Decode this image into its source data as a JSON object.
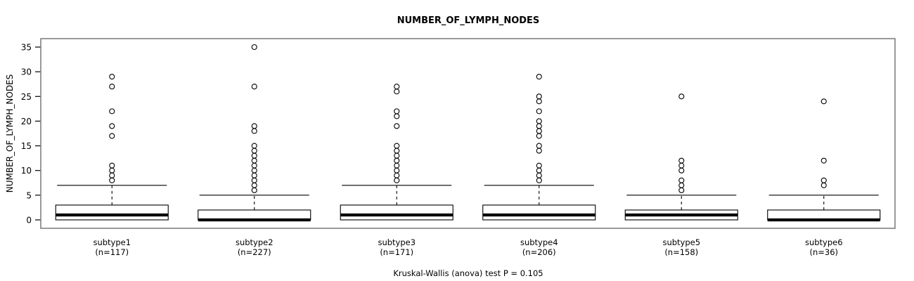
{
  "chart_data": {
    "type": "box",
    "title": "NUMBER_OF_LYMPH_NODES",
    "xlabel": "",
    "ylabel": "NUMBER_OF_LYMPH_NODES",
    "ylim": [
      -1.2,
      36.5
    ],
    "yticks": [
      0,
      5,
      10,
      15,
      20,
      25,
      30,
      35
    ],
    "ytick_labels": [
      "0",
      "5",
      "10",
      "15",
      "20",
      "25",
      "30",
      "35"
    ],
    "grid": false,
    "legend": null,
    "footnote": "Kruskal-Wallis (anova) test P = 0.105",
    "categories": [
      "subtype1",
      "subtype2",
      "subtype3",
      "subtype4",
      "subtype5",
      "subtype6"
    ],
    "counts": [
      117,
      227,
      171,
      206,
      158,
      36
    ],
    "category_labels": [
      {
        "name": "subtype1",
        "n": "(n=117)"
      },
      {
        "name": "subtype2",
        "n": "(n=227)"
      },
      {
        "name": "subtype3",
        "n": "(n=171)"
      },
      {
        "name": "subtype4",
        "n": "(n=206)"
      },
      {
        "name": "subtype5",
        "n": "(n=158)"
      },
      {
        "name": "subtype6",
        "n": "(n=36)"
      }
    ],
    "boxes": [
      {
        "category": "subtype1",
        "lower_whisker": 0,
        "q1": 0,
        "median": 1,
        "q3": 3,
        "upper_whisker": 7,
        "outliers": [
          29,
          27,
          22,
          19,
          17,
          11,
          10,
          9,
          8
        ]
      },
      {
        "category": "subtype2",
        "lower_whisker": 0,
        "q1": 0,
        "median": 0,
        "q3": 2,
        "upper_whisker": 5,
        "outliers": [
          35,
          27,
          19,
          18,
          15,
          14,
          13,
          12,
          11,
          10,
          9,
          8,
          7,
          6
        ]
      },
      {
        "category": "subtype3",
        "lower_whisker": 0,
        "q1": 0,
        "median": 1,
        "q3": 3,
        "upper_whisker": 7,
        "outliers": [
          27,
          26,
          22,
          21,
          19,
          15,
          14,
          13,
          12,
          11,
          10,
          9,
          8
        ]
      },
      {
        "category": "subtype4",
        "lower_whisker": 0,
        "q1": 0,
        "median": 1,
        "q3": 3,
        "upper_whisker": 7,
        "outliers": [
          29,
          25,
          24,
          22,
          20,
          19,
          18,
          17,
          15,
          14,
          11,
          10,
          9,
          8
        ]
      },
      {
        "category": "subtype5",
        "lower_whisker": 0,
        "q1": 0,
        "median": 1,
        "q3": 2,
        "upper_whisker": 5,
        "outliers": [
          25,
          12,
          11,
          10,
          8,
          7,
          6
        ]
      },
      {
        "category": "subtype6",
        "lower_whisker": 0,
        "q1": 0,
        "median": 0,
        "q3": 2,
        "upper_whisker": 5,
        "outliers": [
          24,
          12,
          8,
          7
        ]
      }
    ],
    "style": {
      "box_fill": "#ffffff",
      "box_edge": "#000000",
      "median_color": "#000000",
      "outlier_color": "#000000",
      "frame_color": "#808080",
      "background": "#ffffff"
    }
  }
}
